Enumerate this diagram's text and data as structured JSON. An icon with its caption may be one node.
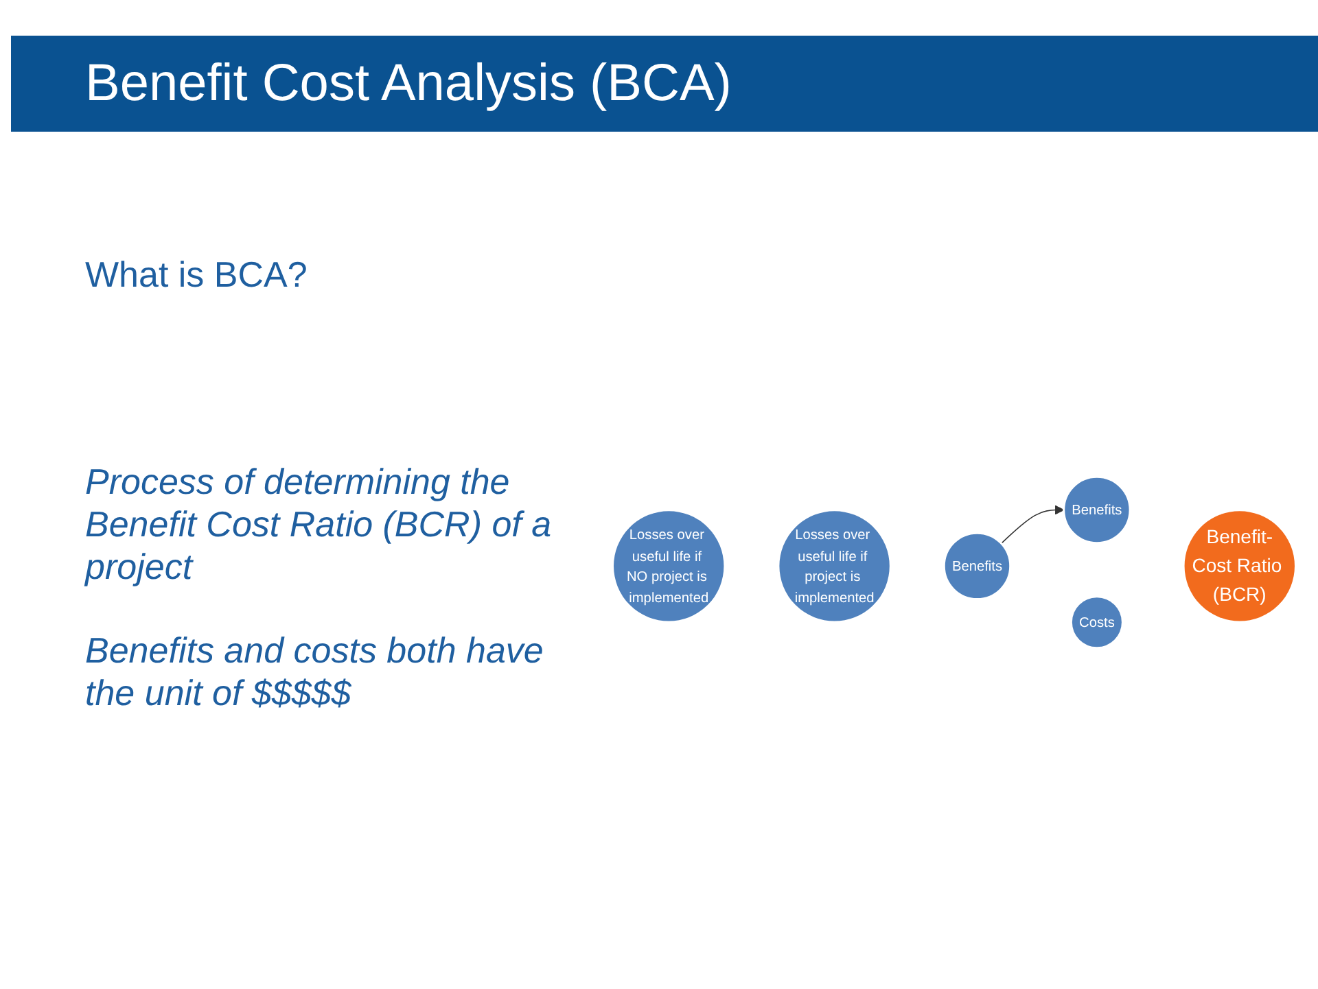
{
  "diagram": {
    "title": "Benefit Cost Analysis (BCA)",
    "nodes": [
      {
        "text": [
          "Losses over useful life if NO project is implemented"
        ]
      },
      {
        "text": [
          "Losses over useful life if project is implemented"
        ]
      },
      {
        "text": [
          "Benefits"
        ]
      },
      {
        "text": [
          "Benefits"
        ]
      },
      {
        "text": [
          "Costs"
        ]
      },
      {
        "text": [
          "Benefit-Cost Ratio (BCR)"
        ]
      }
    ],
    "edges": [
      {
        "from": 2,
        "to": 3,
        "arrow": "to"
      }
    ],
    "labels": [
      "What is BCA?",
      "Process of determining the Benefit Cost Ratio (BCR) of a project",
      "Benefits and costs both have the unit of $$$$$"
    ]
  }
}
